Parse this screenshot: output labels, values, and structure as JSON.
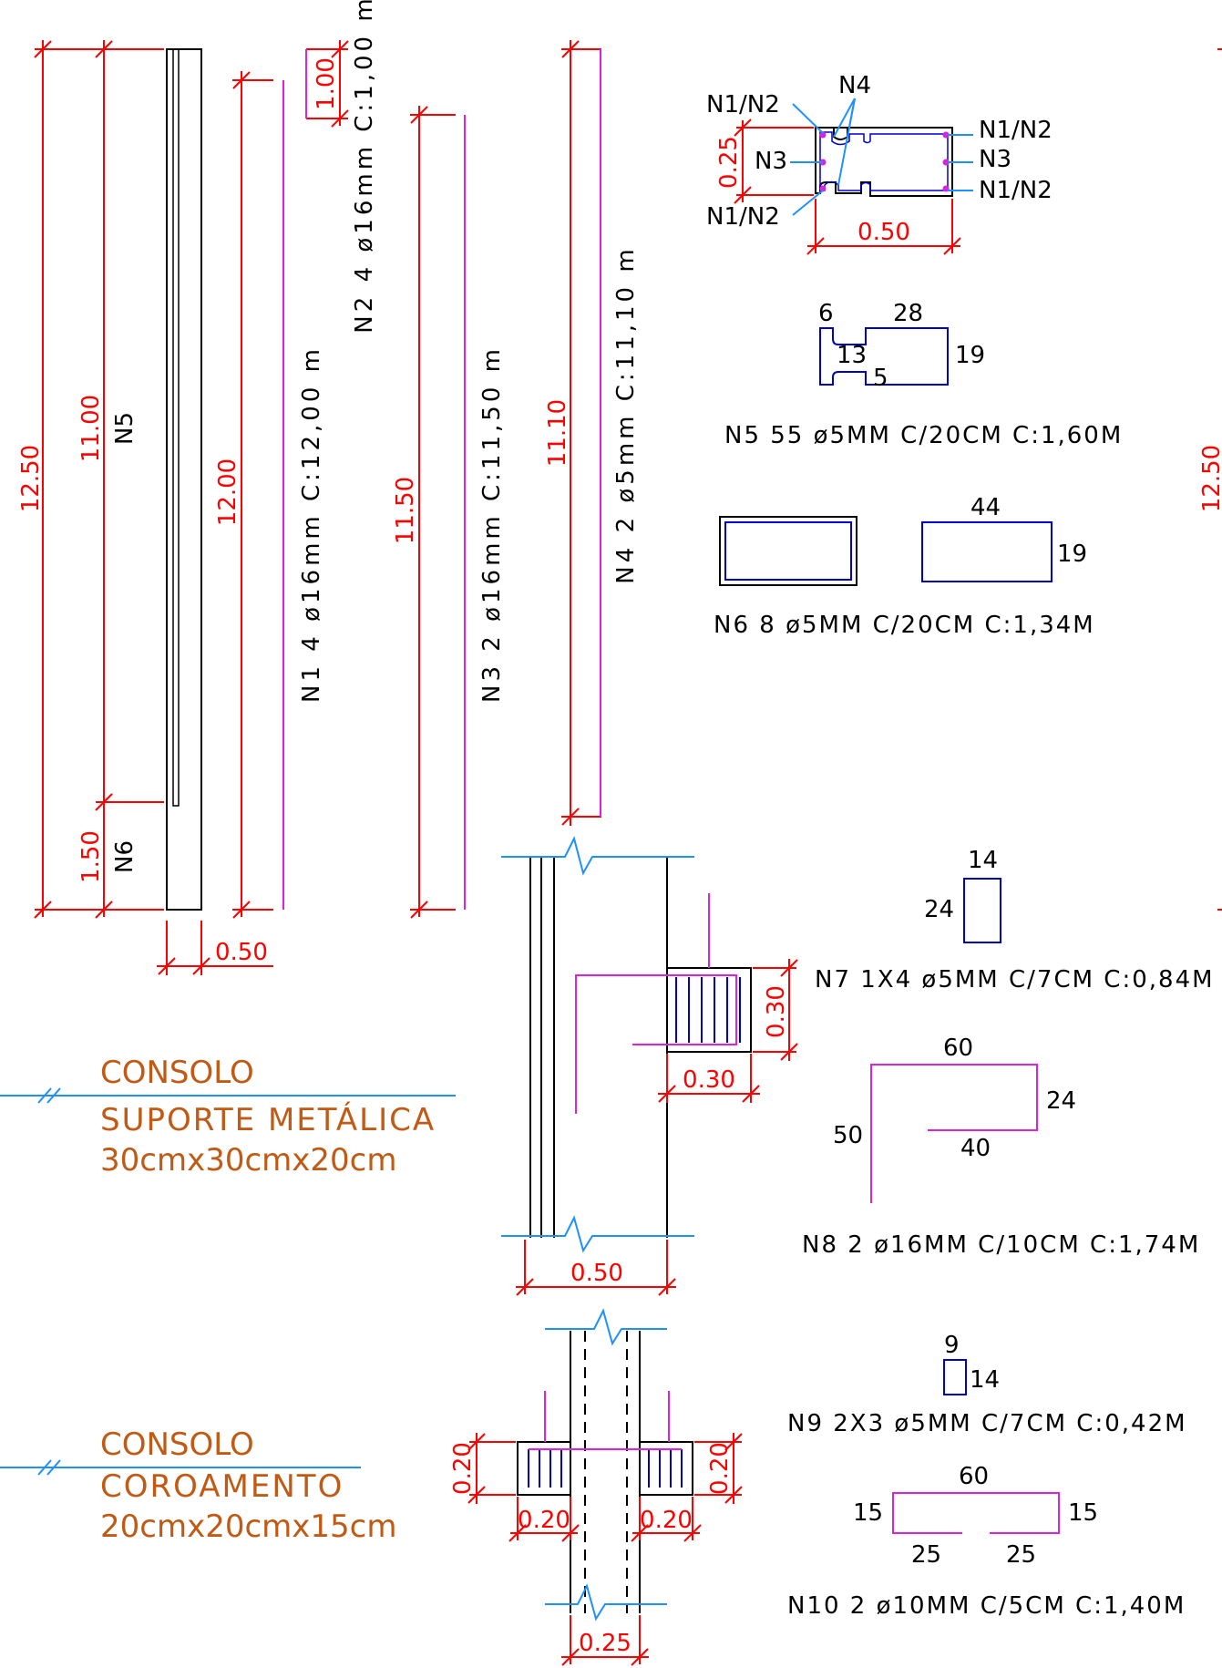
{
  "colors": {
    "outline": "#000000",
    "dimension": "#ff0000",
    "bar": "#0000cc",
    "leader": "#1e90ff",
    "rebar": "#e020e0",
    "title": "#c05a14"
  },
  "elevation": {
    "dim_total": "12.50",
    "dim_upper": "11.00",
    "dim_lower": "1.50",
    "label_n5": "N5",
    "label_n6": "N6",
    "dim_width": "0.50",
    "dim_n1": "12.00",
    "n1_text": "N1 4 ø16mm C:12,00 m",
    "dim_n2": "1.00",
    "n2_text": "N2 4 ø16mm C:1,00 m",
    "dim_n3": "11.50",
    "n3_text": "N3 2 ø16mm C:11,50 m",
    "dim_n4": "11.10",
    "n4_text": "N4 2 ø5mm C:11,10 m",
    "dim_right": "12.50"
  },
  "section": {
    "label_n1n2": "N1/N2",
    "label_n3": "N3",
    "label_n4": "N4",
    "dim_height": "0.25",
    "dim_width": "0.50"
  },
  "n5": {
    "d1": "6",
    "d2": "28",
    "d3": "13",
    "d4": "5",
    "d5": "19",
    "text": "N5 55 ø5MM C/20CM C:1,60M"
  },
  "n6": {
    "d1": "44",
    "d2": "19",
    "text": "N6 8 ø5MM C/20CM C:1,34M"
  },
  "consolo1": {
    "title1": "CONSOLO",
    "title2": "SUPORTE METÁLICA",
    "title3": "30cmx30cmx20cm",
    "dim_h": "0.30",
    "dim_w": "0.30",
    "dim_col": "0.50"
  },
  "n7": {
    "d1": "14",
    "d2": "24",
    "text": "N7 1X4 ø5MM C/7CM C:0,84M"
  },
  "n8": {
    "d1": "60",
    "d2": "24",
    "d3": "50",
    "d4": "40",
    "text": "N8 2 ø16MM C/10CM C:1,74M"
  },
  "consolo2": {
    "title1": "CONSOLO",
    "title2": "COROAMENTO",
    "title3": "20cmx20cmx15cm",
    "dim_lh": "0.20",
    "dim_lw": "0.20",
    "dim_rw": "0.20",
    "dim_rh": "0.20",
    "dim_col": "0.25"
  },
  "n9": {
    "d1": "9",
    "d2": "14",
    "text": "N9 2X3 ø5MM C/7CM C:0,42M"
  },
  "n10": {
    "d1": "60",
    "d2": "15",
    "d3": "15",
    "d4": "25",
    "d5": "25",
    "text": "N10 2 ø10MM C/5CM C:1,40M"
  }
}
